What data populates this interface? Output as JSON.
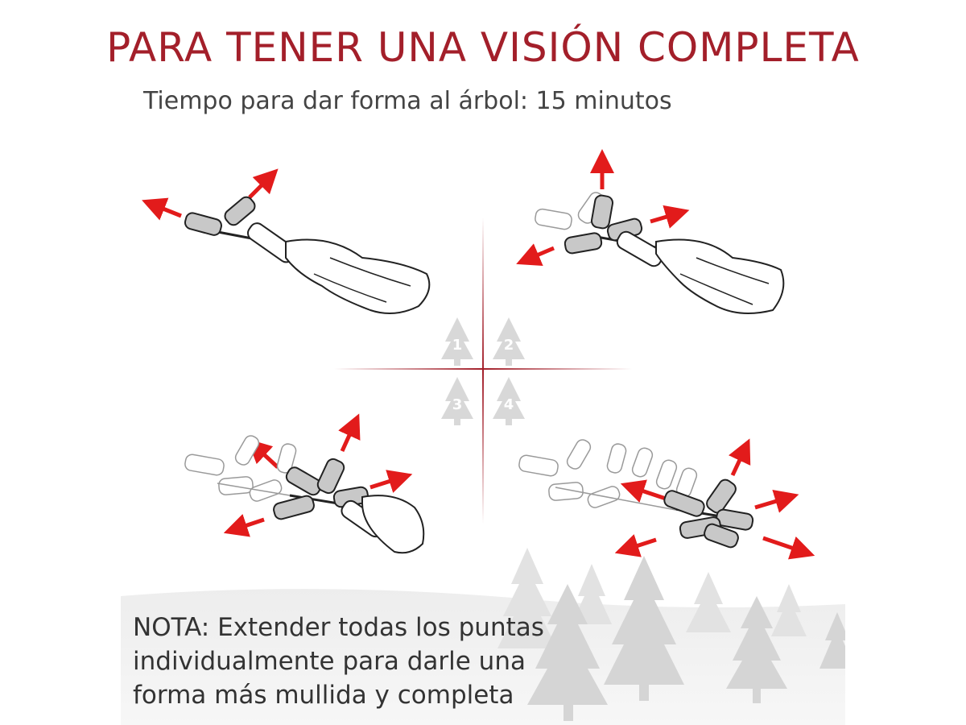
{
  "colors": {
    "accent": "#a31f2a",
    "arrow": "#e21b1b",
    "branch_grey": "#c8c8c8",
    "outline": "#222222",
    "faded_outline": "#9a9a9a"
  },
  "header": {
    "title": "PARA TENER UNA VISIÓN COMPLETA",
    "subtitle": "Tiempo para dar forma al árbol: 15 minutos"
  },
  "steps": [
    {
      "number": "1",
      "icon": "tree-icon"
    },
    {
      "number": "2",
      "icon": "tree-icon"
    },
    {
      "number": "3",
      "icon": "tree-icon"
    },
    {
      "number": "4",
      "icon": "tree-icon"
    }
  ],
  "note": {
    "lines": [
      "NOTA: Extender todas los puntas",
      "individualmente para darle una",
      "forma más mullida y completa"
    ]
  }
}
